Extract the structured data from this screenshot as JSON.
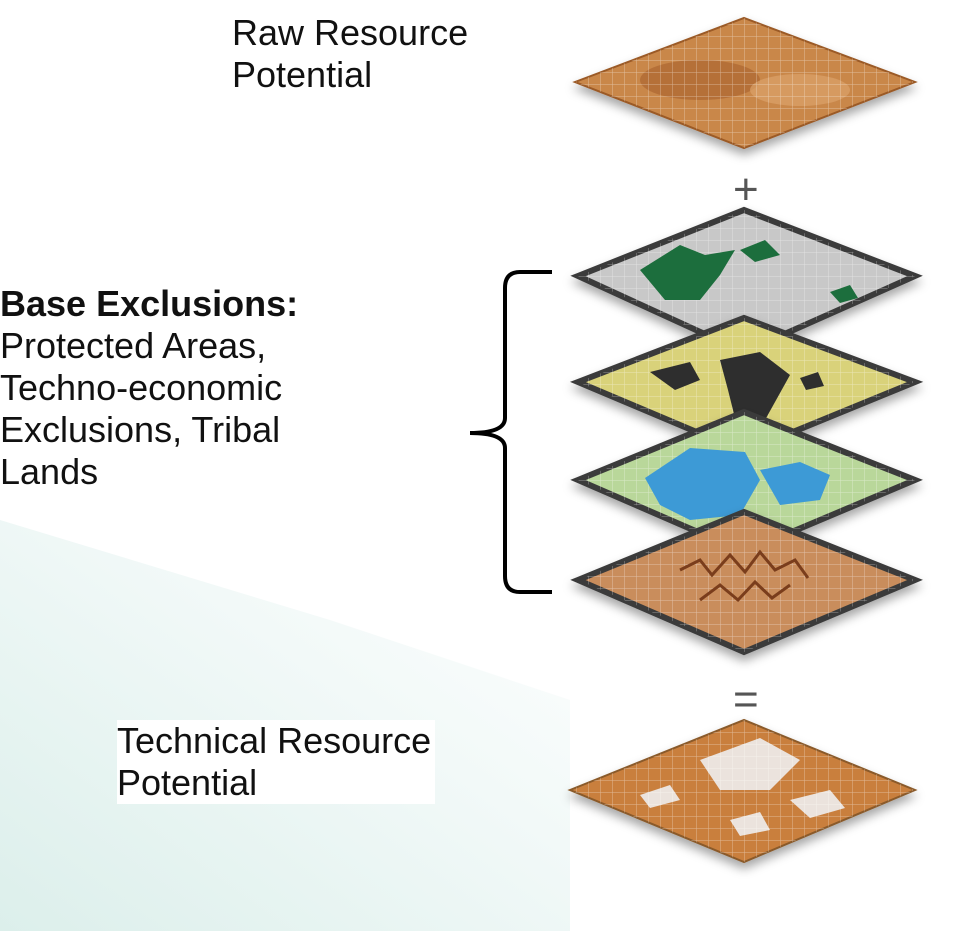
{
  "labels": {
    "raw_line1": "Raw Resource",
    "raw_line2": "Potential",
    "base_title": "Base Exclusions:",
    "base_line1": "Protected Areas,",
    "base_line2": "Techno-economic",
    "base_line3": "Exclusions, Tribal",
    "base_line4": "Lands",
    "tech_line1": "Technical Resource",
    "tech_line2": "Potential"
  },
  "operators": {
    "plus": "+",
    "equals": "="
  },
  "layers": [
    {
      "name": "raw-resource-layer",
      "color": "#c9874a"
    },
    {
      "name": "protected-areas-layer",
      "color": "#c8c8c8",
      "feature_color": "#1f6e3c"
    },
    {
      "name": "techno-economic-layer",
      "color": "#d9d27a",
      "feature_color": "#2e2e2e"
    },
    {
      "name": "water-layer",
      "color": "#b9d79a",
      "feature_color": "#3d9ad6"
    },
    {
      "name": "terrain-layer",
      "color": "#c98d5c",
      "feature_color": "#7a3e1a"
    },
    {
      "name": "technical-resource-layer",
      "color": "#c97f3e",
      "feature_color": "#eeeeee"
    }
  ],
  "colors": {
    "background_tint": "#e8f3f1",
    "layer_border": "#3a3a3a"
  }
}
